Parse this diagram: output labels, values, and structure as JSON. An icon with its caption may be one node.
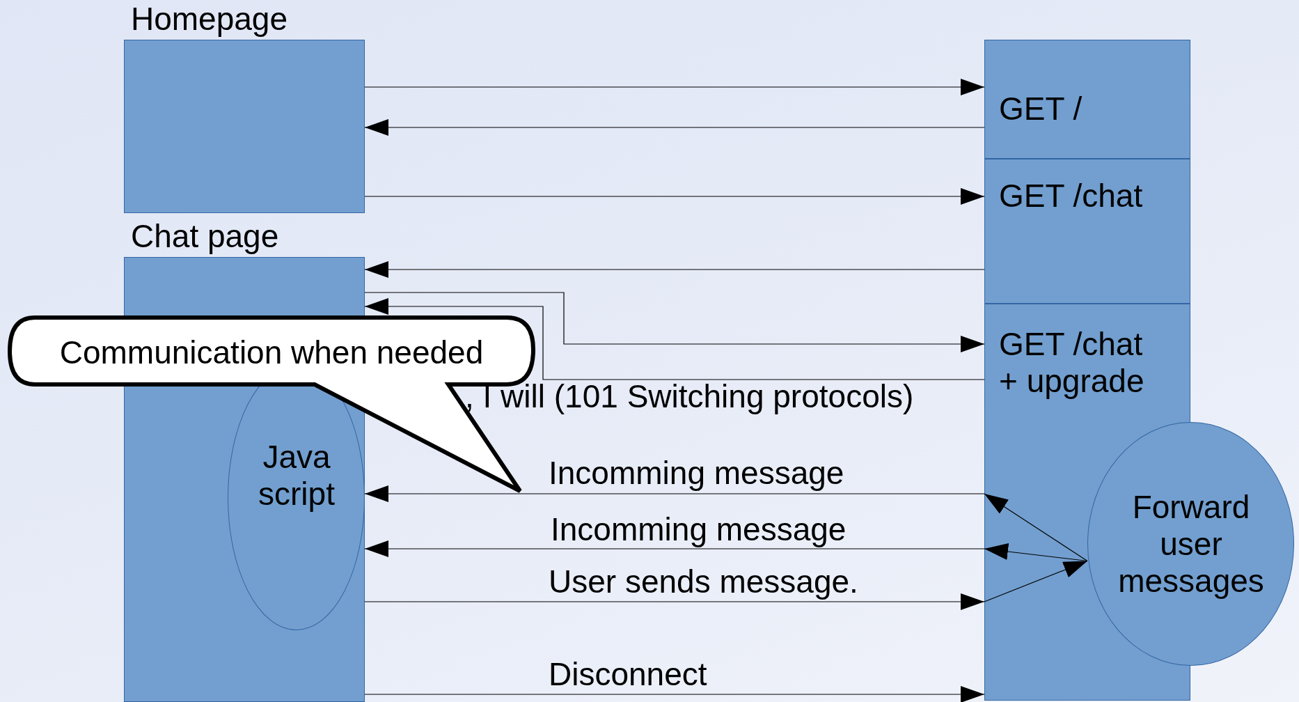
{
  "diagram": {
    "nodes": [
      {
        "text": [
          "Homepage"
        ]
      },
      {
        "text": [
          "Chat page"
        ]
      },
      {
        "text": [
          "Java script"
        ],
        "in": 1
      },
      {
        "text": [
          "GET /"
        ]
      },
      {
        "text": [
          "GET /chat"
        ]
      },
      {
        "text": [
          "GET /chat + upgrade"
        ]
      },
      {
        "text": [
          "Forward user messages"
        ]
      },
      {
        "text": [
          "Communication when needed"
        ]
      }
    ],
    "edges": [
      {
        "from": 0,
        "to": 3,
        "arrow": "to"
      },
      {
        "from": 3,
        "to": 0,
        "arrow": "to"
      },
      {
        "from": 0,
        "to": 4,
        "arrow": "to"
      },
      {
        "from": 4,
        "to": 1,
        "arrow": "to"
      },
      {
        "from": 1,
        "to": 5,
        "arrow": "to"
      },
      {
        "from": 5,
        "to": 1,
        "arrow": "to",
        "label": ", I will (101 Switching protocols)"
      },
      {
        "from": 5,
        "to": 1,
        "arrow": "to",
        "label": "Incomming message"
      },
      {
        "from": 5,
        "to": 1,
        "arrow": "to",
        "label": "Incomming message"
      },
      {
        "from": 1,
        "to": 5,
        "arrow": "to",
        "label": "User sends message."
      },
      {
        "from": 1,
        "to": 5,
        "arrow": "to",
        "label": "Disconnect"
      },
      {
        "from": 6,
        "to": 5,
        "arrow": "to"
      },
      {
        "from": 6,
        "to": 5,
        "arrow": "to"
      },
      {
        "from": 5,
        "to": 6,
        "arrow": "to"
      }
    ]
  }
}
